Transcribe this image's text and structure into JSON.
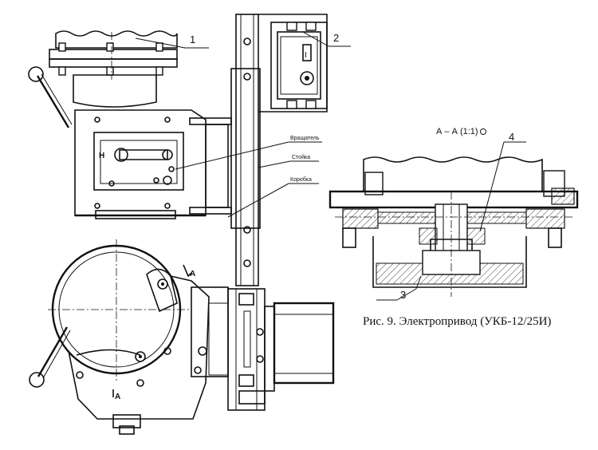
{
  "figure": {
    "caption": "Рис. 9. Электропривод (УКБ-12/25И)",
    "section_label": "А – А (1:1)",
    "callouts": [
      "1",
      "2",
      "3",
      "4"
    ],
    "part_labels": {
      "rotor": "Вращатель",
      "stand": "Стойка",
      "box": "Коробка"
    },
    "view_mark": "А",
    "view_mark_lower": "А",
    "plate_mark": "Н",
    "switch_mark": "I"
  }
}
